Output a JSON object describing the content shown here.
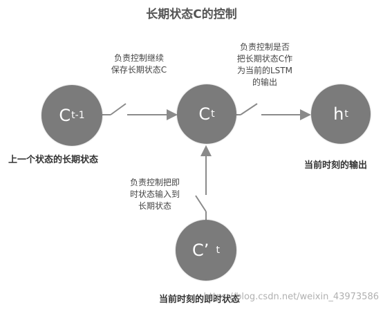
{
  "title": "长期状态C的控制",
  "nodes": {
    "c_prev": {
      "main": "C",
      "sub": "t-1"
    },
    "c_t": {
      "main": "C",
      "sub": "t"
    },
    "h_t": {
      "main": "h",
      "sub": "t"
    },
    "c_cand": {
      "main": "C’",
      "sub": "t"
    }
  },
  "notes": {
    "forget_gate": [
      "负责控制继续",
      "保存长期状态C"
    ],
    "output_gate": [
      "负责控制是否",
      "把长期状态C作",
      "为当前的LSTM",
      "的输出"
    ],
    "input_gate": [
      "负责控制把即",
      "时状态输入到",
      "长期状态"
    ]
  },
  "captions": {
    "c_prev": "上一个状态的长期状态",
    "h_t": "当前时刻的输出",
    "c_cand": "当前时刻的即时状态"
  },
  "watermark": "https://blog.csdn.net/weixin_43973586",
  "colors": {
    "node_fill": "#7b7b7b",
    "line": "#8a8a8a",
    "title": "#555555"
  }
}
